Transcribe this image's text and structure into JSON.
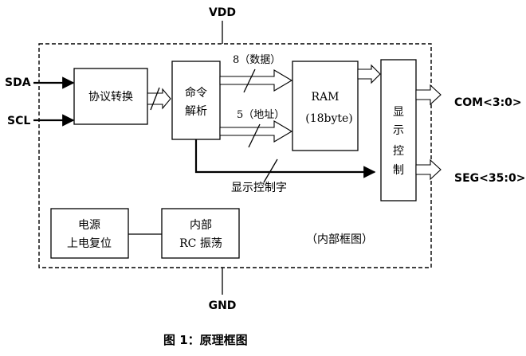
{
  "power": {
    "vdd": "VDD",
    "gnd": "GND"
  },
  "inputs": {
    "sda": "SDA",
    "scl": "SCL"
  },
  "blocks": {
    "protocol": "协议转换",
    "command_line1": "命令",
    "command_line2": "解析",
    "ram_line1": "RAM",
    "ram_line2": "(18byte)",
    "display_ctrl": [
      "显",
      "示",
      "控",
      "制"
    ],
    "power_reset_line1": "电源",
    "power_reset_line2": "上电复位",
    "rc_line1": "内部",
    "rc_line2": "RC  振荡"
  },
  "buses": {
    "data": "8（数据）",
    "address": "5（地址）",
    "control_word": "显示控制字"
  },
  "outputs": {
    "com": "COM<3:0>",
    "seg": "SEG<35:0>"
  },
  "frame_label": "（内部框图）",
  "caption": "图 1：原理框图"
}
